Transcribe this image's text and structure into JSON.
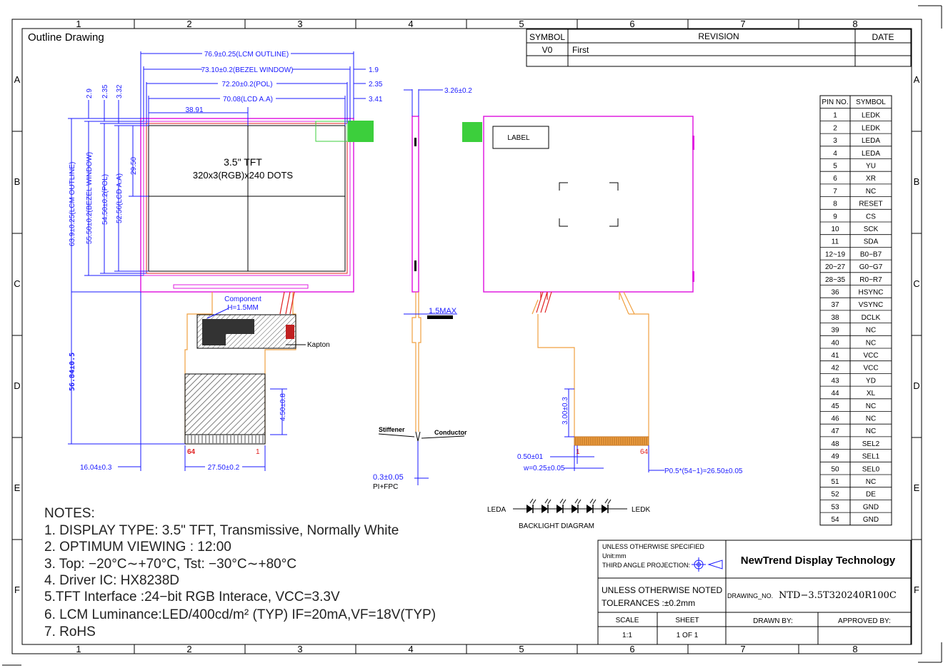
{
  "frame": {
    "title": "Outline Drawing",
    "col_labels": [
      "1",
      "2",
      "3",
      "4",
      "5",
      "6",
      "7",
      "8"
    ],
    "row_labels": [
      "A",
      "B",
      "C",
      "D",
      "E",
      "F"
    ]
  },
  "revision": {
    "headers": [
      "SYMBOL",
      "REVISION",
      "DATE"
    ],
    "rows": [
      [
        "V0",
        "First",
        ""
      ]
    ]
  },
  "front_view": {
    "display_title": "3.5\" TFT",
    "display_sub": "320x3(RGB)x240  DOTS",
    "dims_top": [
      "76.9±0.25(LCM OUTLINE)",
      "73.10±0.2(BEZEL WINDOW)",
      "72.20±0.2(POL)",
      "70.08(LCD A.A)",
      "38.91"
    ],
    "dims_right": [
      "1.9",
      "2.35",
      "3.41"
    ],
    "dims_left_small": [
      "2.9",
      "2.35",
      "3.32"
    ],
    "dims_vertical": [
      "63.9±0.25(LCM OUTLINE)",
      "55.50±0.2(BEZEL WINDOW)",
      "54.50±0.2(POL)",
      "52.56(LCD A.A)",
      "29.50"
    ],
    "total_height": "56.84±0.5",
    "component_label": "Component",
    "component_sub": "H=1.5MM",
    "kapton": "Kapton",
    "fpc_height": "4.50±0.8",
    "pin_left": "64",
    "pin_right": "1",
    "bottom_left_dim": "16.04±0.3",
    "bottom_width_dim": "27.50±0.2"
  },
  "side_view": {
    "thickness": "3.26±0.2",
    "max_label": "1.5MAX",
    "stiffener": "Stiffener",
    "conductor": "Conductor",
    "pi_thickness": "0.3±0.05",
    "pi_label": "PI+FPC"
  },
  "back_view": {
    "label_box": "LABEL",
    "fpc_len": "3.00±0.3",
    "pin_one": "1",
    "pin_last": "64",
    "pitch": "0.50±01",
    "width": "w=0.25±0.05",
    "pitch_total": "P0.5*(54−1)=26.50±0.05"
  },
  "backlight": {
    "left": "LEDA",
    "right": "LEDK",
    "caption": "BACKLIGHT DIAGRAM"
  },
  "pins": {
    "headers": [
      "PIN NO.",
      "SYMBOL"
    ],
    "rows": [
      [
        "1",
        "LEDK"
      ],
      [
        "2",
        "LEDK"
      ],
      [
        "3",
        "LEDA"
      ],
      [
        "4",
        "LEDA"
      ],
      [
        "5",
        "YU"
      ],
      [
        "6",
        "XR"
      ],
      [
        "7",
        "NC"
      ],
      [
        "8",
        "RESET"
      ],
      [
        "9",
        "CS"
      ],
      [
        "10",
        "SCK"
      ],
      [
        "11",
        "SDA"
      ],
      [
        "12~19",
        "B0−B7"
      ],
      [
        "20~27",
        "G0−G7"
      ],
      [
        "28~35",
        "R0−R7"
      ],
      [
        "36",
        "HSYNC"
      ],
      [
        "37",
        "VSYNC"
      ],
      [
        "38",
        "DCLK"
      ],
      [
        "39",
        "NC"
      ],
      [
        "40",
        "NC"
      ],
      [
        "41",
        "VCC"
      ],
      [
        "42",
        "VCC"
      ],
      [
        "43",
        "YD"
      ],
      [
        "44",
        "XL"
      ],
      [
        "45",
        "NC"
      ],
      [
        "46",
        "NC"
      ],
      [
        "47",
        "NC"
      ],
      [
        "48",
        "SEL2"
      ],
      [
        "49",
        "SEL1"
      ],
      [
        "50",
        "SEL0"
      ],
      [
        "51",
        "NC"
      ],
      [
        "52",
        "DE"
      ],
      [
        "53",
        "GND"
      ],
      [
        "54",
        "GND"
      ]
    ]
  },
  "notes": [
    "NOTES:",
    "1.  DISPLAY  TYPE:  3.5\"  TFT,  Transmissive,  Normally  White",
    "2.  OPTIMUM  VIEWING  :  12:00",
    "3.  Top:  −20°C∼+70°C,  Tst:  −30°C∼+80°C",
    "4.  Driver  IC:  HX8238D",
    "5.TFT  Interface  :24−bit  RGB  Interace,  VCC=3.3V",
    "6.  LCM  Luminance:LED/400cd/m² (TYP)    IF=20mA,VF=18V(TYP)",
    "7.  RoHS"
  ],
  "title_block": {
    "unless_specified": "UNLESS  OTHERWISE  SPECIFIED",
    "unit": "Unit:mm",
    "projection": "THIRD  ANGLE  PROJECTION:",
    "company": "NewTrend Display Technology",
    "tol_line1": "UNLESS  OTHERWISE  NOTED",
    "tol_line2": "TOLERANCES  :±0.2mm",
    "drawing_no_label": "DRAWING_NO.",
    "drawing_no": "NTD−3.5T320240R100C",
    "scale_label": "SCALE",
    "sheet_label": "SHEET",
    "drawn_by": "DRAWN  BY:",
    "approved_by": "APPROVED  BY:",
    "scale": "1:1",
    "sheet": "1  OF  1"
  }
}
